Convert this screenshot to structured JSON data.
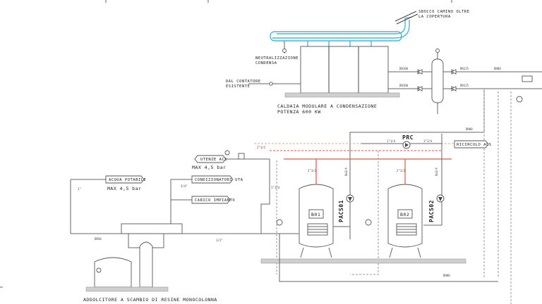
{
  "labels": {
    "chimney": [
      "SBOCCO CAMINO OLTRE",
      "LA COPERTURA"
    ],
    "condensate": [
      "NEUTRALIZZAZIONE",
      "CONDENSA"
    ],
    "meter": [
      "DAL CONTATORE",
      "ESISTENTE"
    ],
    "boiler": [
      "CALDAIA MODULARE A CONDENSAZIONE",
      "POTENZA 600 KW"
    ],
    "softener": "ADDOLCITORE A SCAMBIO DI RESINE MONOCOLONNA",
    "utenze": "UTENZE ACS",
    "max_top": "MAX 4,5 bar",
    "acqua_potabile": "ACQUA POTABILE",
    "max_left": "MAX 4,5 bar",
    "condizionatori": "CONDIZIONATORI UTA",
    "carico_impianto": "CARICO IMPIANTO",
    "ricircolo": "RICIRCOLO ACS",
    "prc": "PRC",
    "pacs01": "PACS01",
    "pacs02": "PACS02",
    "b01": "B01",
    "b02": "B02",
    "flow_rate": "8m3/h"
  },
  "pipe_tags": {
    "dn100_a": "DN100",
    "dn100_b": "DN100",
    "dn125_a": "DN125",
    "dn125_b": "DN125",
    "dn80_a": "DN80",
    "dn80_b": "DN80",
    "dn80_c": "DN80",
    "dn50": "DN50",
    "in_2_a": "2\"1/2",
    "in_2_b": "2\"1/2",
    "in_2_c": "2\"1/2",
    "in_1_a": "1\"1/4",
    "in_1_b": "1\"1/4",
    "in_1_c": "1\"1/4",
    "in_34": "3/4\"",
    "in_12": "1/2\"",
    "in_1": "1\""
  },
  "colors": {
    "hot_water": "#d35a4a",
    "recirculation": "#e0b060",
    "flue": "#49b8c8",
    "pipe": "#666666"
  }
}
